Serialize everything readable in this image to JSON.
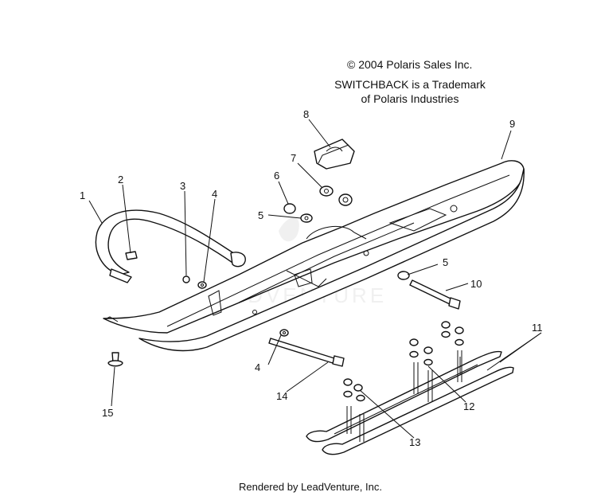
{
  "header": {
    "copyright": "© 2004 Polaris Sales Inc.",
    "trademark_line1": "SWITCHBACK is a Trademark",
    "trademark_line2": "of Polaris Industries"
  },
  "footer": {
    "rendered_by": "Rendered by LeadVenture, Inc."
  },
  "callouts": {
    "c1": "1",
    "c2": "2",
    "c3": "3",
    "c4a": "4",
    "c4b": "4",
    "c5a": "5",
    "c5b": "5",
    "c6": "6",
    "c7": "7",
    "c8": "8",
    "c9": "9",
    "c10": "10",
    "c11": "11",
    "c12": "12",
    "c13": "13",
    "c14": "14",
    "c15": "15"
  }
}
